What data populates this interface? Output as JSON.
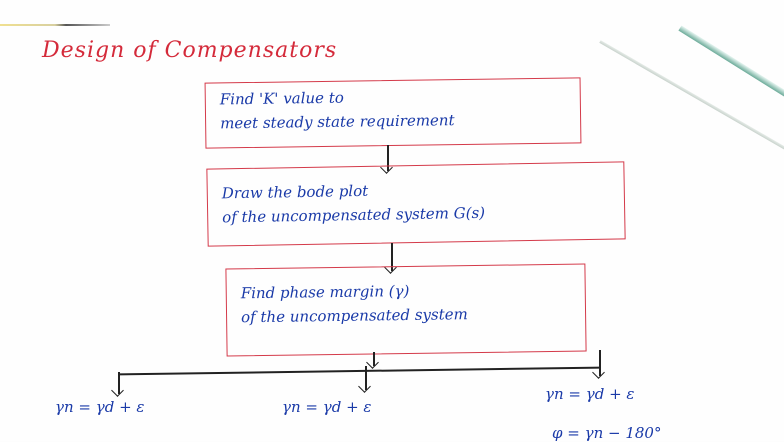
{
  "title": "Design of Compensators",
  "steps": [
    {
      "lines": [
        "Find 'K' value to",
        "meet steady state requirement"
      ]
    },
    {
      "lines": [
        "Draw the bode plot",
        "of the uncompensated system G(s)"
      ]
    },
    {
      "lines": [
        "Find phase margin (γ)",
        "of the uncompensated system"
      ]
    }
  ],
  "branches": [
    {
      "equation": "γn = γd + ε"
    },
    {
      "equation": "γn = γd + ε"
    },
    {
      "equation": "γn = γd + ε",
      "second_line": "φ = γn − 180°"
    }
  ],
  "colors": {
    "title": "#d42a3a",
    "box_border": "#d43a4a",
    "ink": "#1a3aa8",
    "connector": "#222222"
  }
}
